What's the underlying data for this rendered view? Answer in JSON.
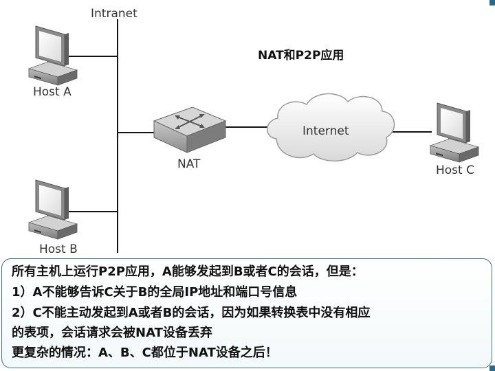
{
  "diagram": {
    "title": "NAT和P2P应用",
    "labels": {
      "intranet": "Intranet",
      "host_a": "Host A",
      "host_b": "Host B",
      "host_c": "Host C",
      "nat": "NAT",
      "internet": "Internet"
    }
  },
  "textbox": {
    "lines": [
      "所有主机上运行P2P应用，A能够发起到B或者C的会话，但是：",
      "1）A不能够告诉C关于B的全局IP地址和端口号信息",
      "2）C不能主动发起到A或者B的会话，因为如果转换表中没有相应",
      "的表项，会话请求会被NAT设备丢弃",
      "更复杂的情况：A、B、C都位于NAT设备之后！"
    ]
  }
}
